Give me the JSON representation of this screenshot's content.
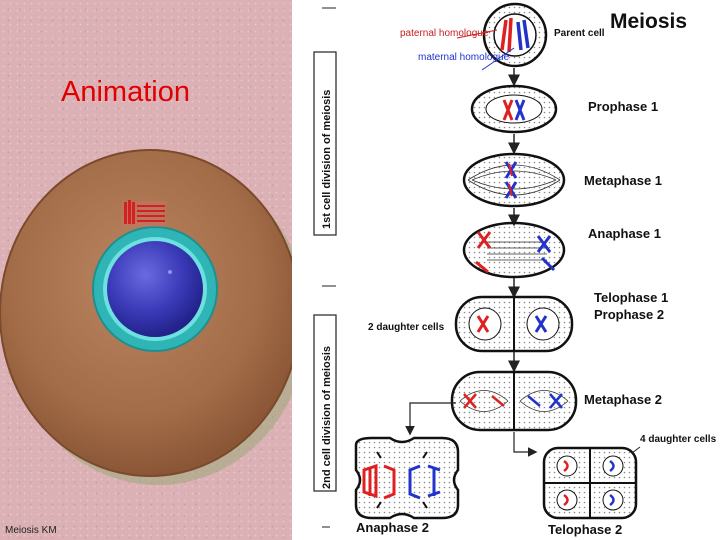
{
  "left": {
    "animation_title": "Animation",
    "footer": "Meiosis KM"
  },
  "diagram": {
    "title": "Meiosis",
    "parent_cell": "Parent cell",
    "paternal_homologue": "paternal homologue",
    "maternal_homologue": "maternal homologue",
    "first_division": "1st cell division of meiosis",
    "second_division": "2nd cell division of meiosis",
    "stages": {
      "prophase1": "Prophase 1",
      "metaphase1": "Metaphase 1",
      "anaphase1": "Anaphase 1",
      "telophase1": "Telophase 1",
      "prophase2": "Prophase 2",
      "metaphase2": "Metaphase 2",
      "anaphase2": "Anaphase 2",
      "telophase2": "Telophase 2"
    },
    "two_daughter_cells": "2 daughter cells",
    "four_daughter_cells": "4 daughter cells"
  },
  "colors": {
    "paternal": "#e02020",
    "maternal": "#2233cc",
    "cell_brown": "#a8724e",
    "nucleus_blue": "#3a3ab8",
    "membrane_teal": "#38c4c4"
  }
}
